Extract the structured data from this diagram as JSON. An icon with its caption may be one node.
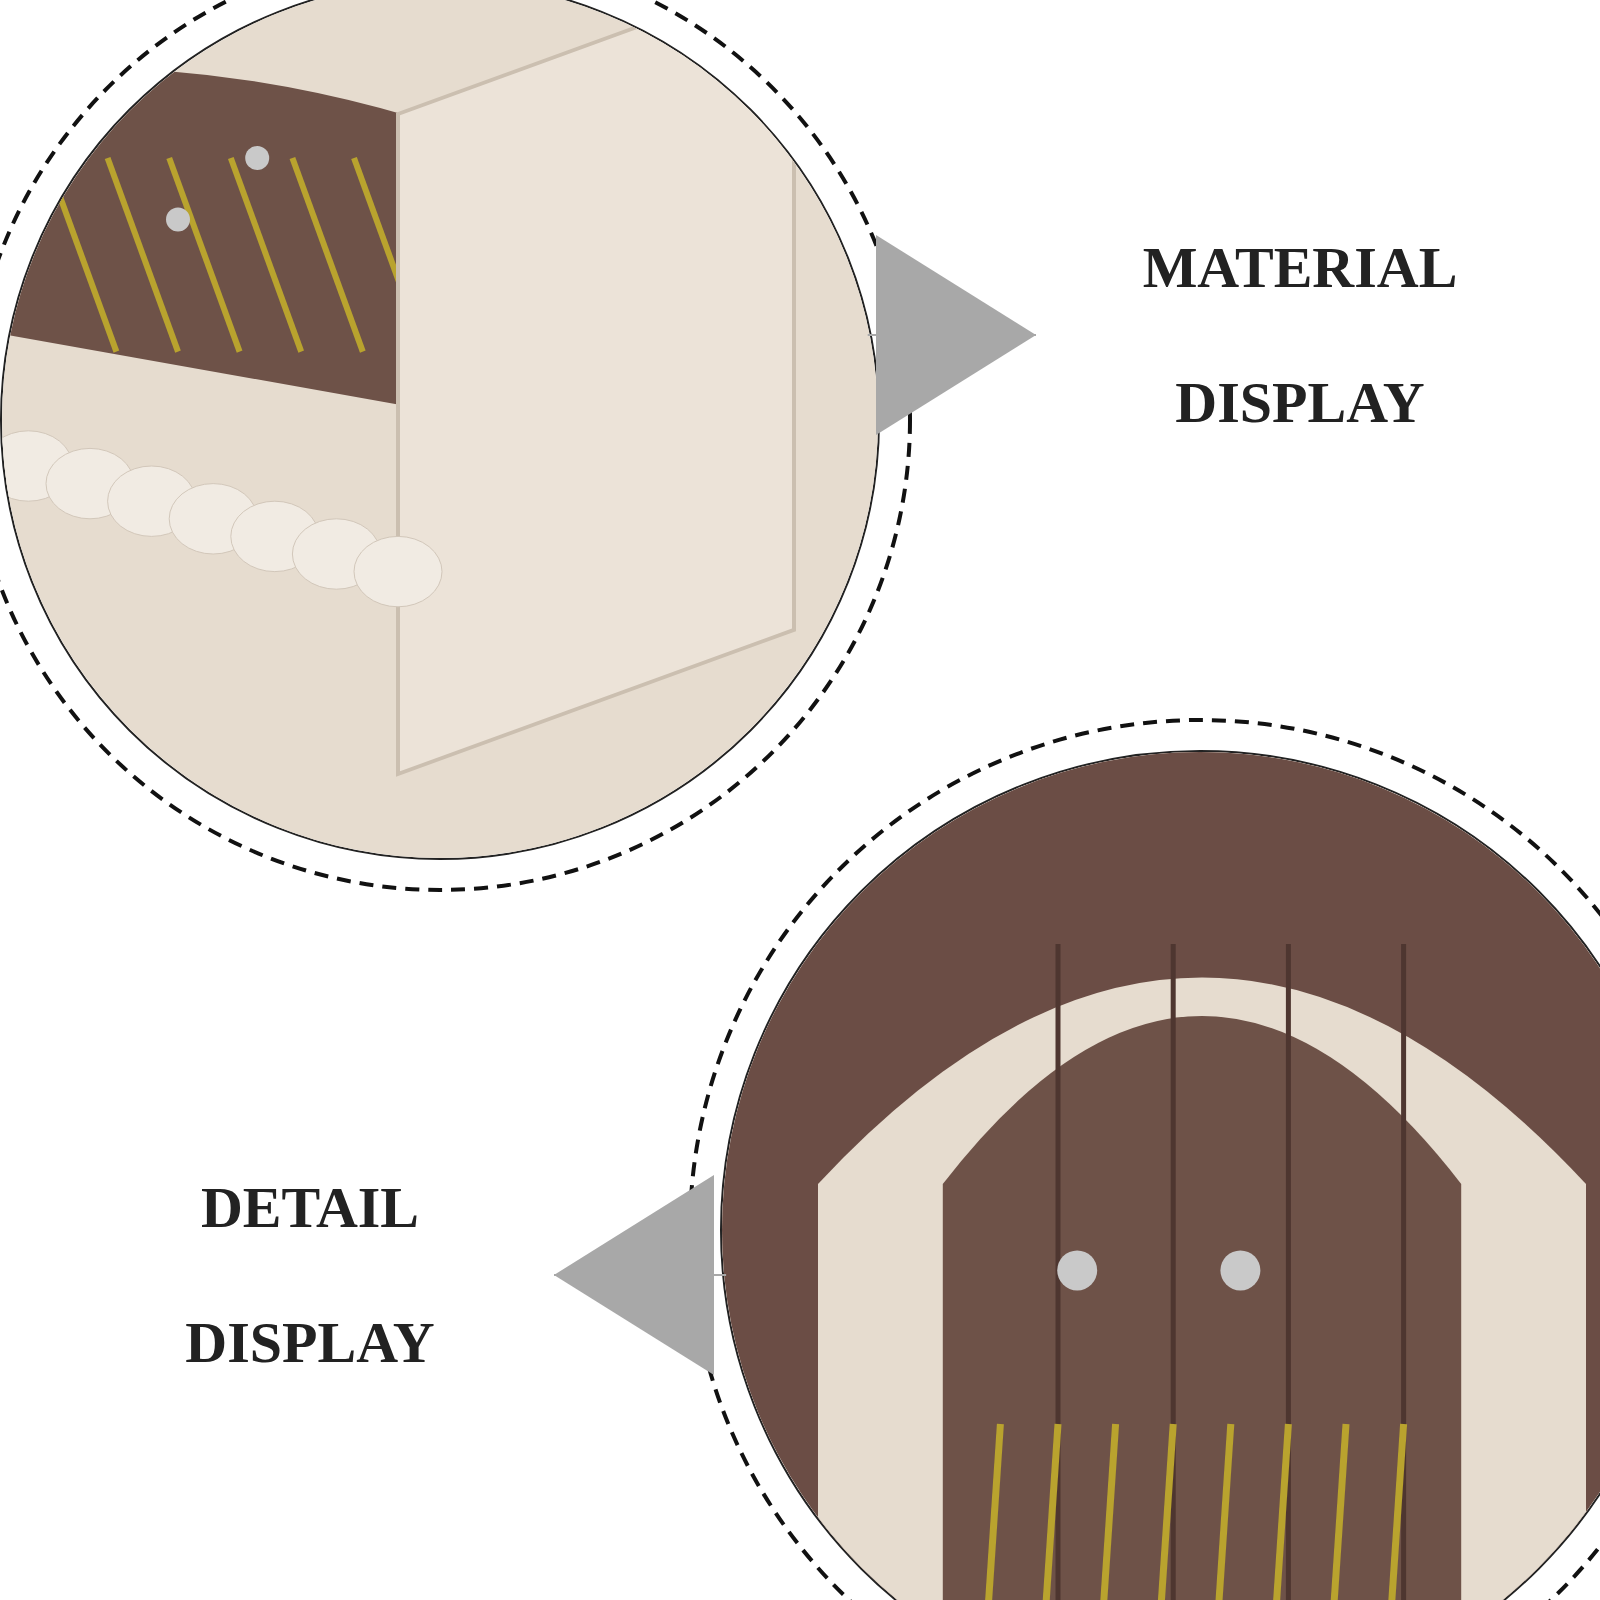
{
  "diagram": {
    "nodes": [
      {
        "text": [],
        "shape": "picture"
      },
      {
        "text": [
          "MATERIAL DISPLAY"
        ]
      },
      {
        "text": [],
        "shape": "picture"
      },
      {
        "text": [
          "DETAIL DISPLAY"
        ]
      }
    ],
    "edges": [
      {
        "from": 0,
        "to": 1,
        "arrow": "to"
      },
      {
        "from": 2,
        "to": 3,
        "arrow": "to"
      }
    ]
  }
}
